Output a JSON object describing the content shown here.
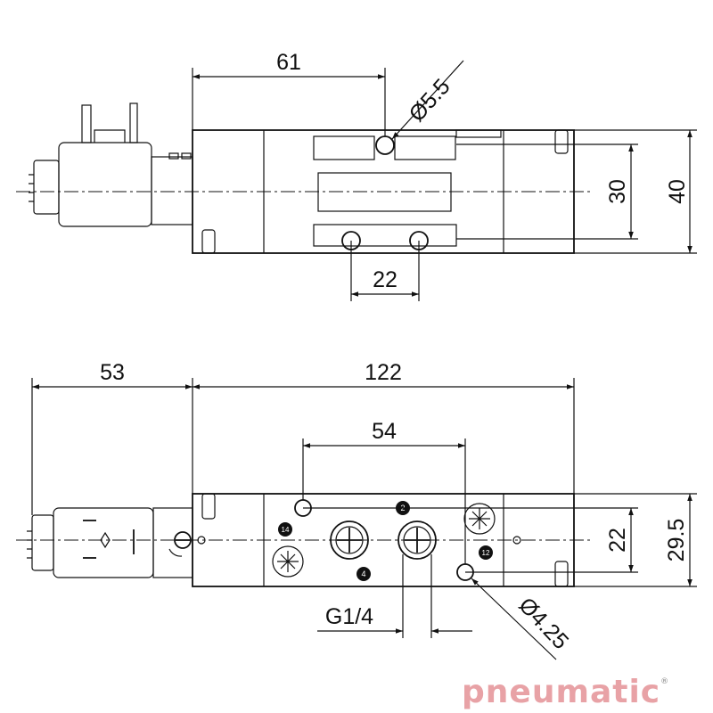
{
  "top_view": {
    "dim_length": "61",
    "dim_hole": "Ø5.5",
    "dim_width_inner": "30",
    "dim_width_outer": "40",
    "dim_spacing": "22"
  },
  "front_view": {
    "dim_coil": "53",
    "dim_body": "122",
    "dim_ports": "54",
    "dim_inner_height": "22",
    "dim_outer_height": "29.5",
    "dim_thread": "G1/4",
    "dim_hole": "Ø4.25",
    "port_labels": [
      "14",
      "2",
      "4",
      "12"
    ]
  },
  "brand": {
    "text": "pneumatic",
    "registered": "®"
  }
}
